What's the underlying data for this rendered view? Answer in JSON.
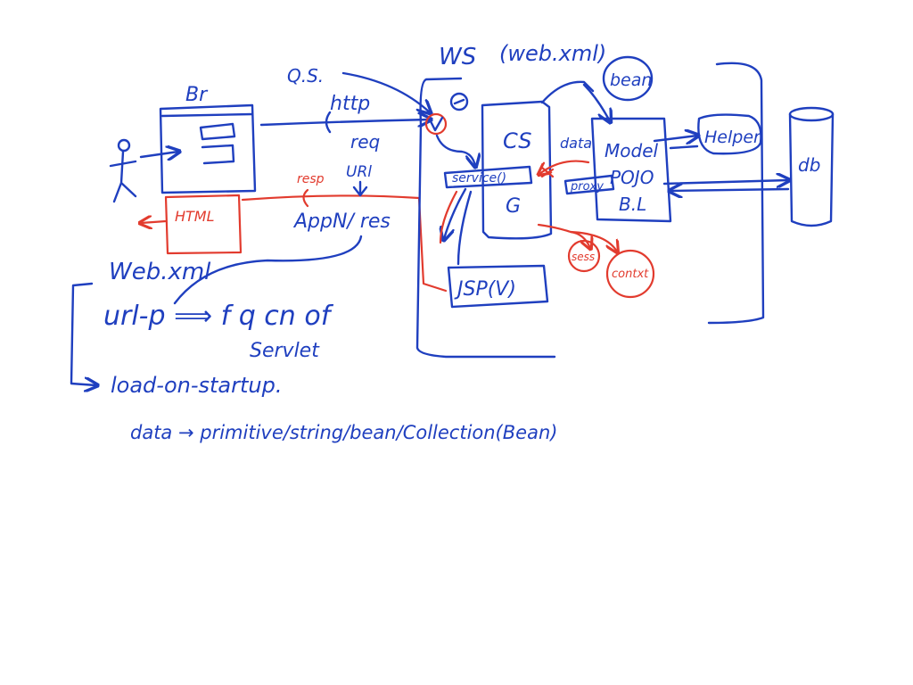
{
  "colors": {
    "ink_blue": "#1f3fbf",
    "ink_red": "#e23b2e",
    "paper": "#ffffff"
  },
  "labels": {
    "browser": "Br",
    "query_string": "Q.S.",
    "http": "http",
    "req": "req",
    "url": "URl",
    "resp": "resp",
    "html_box": "HTML",
    "app_res": "AppN/ res",
    "web_server": "WS",
    "web_xml_top": "(web.xml)",
    "bean": "bean",
    "cs": "CS",
    "service": "service()",
    "g": "G",
    "data": "data",
    "model": "Model",
    "pojo": "POJO",
    "bl": "B.L",
    "helper": "Helper",
    "db": "db",
    "proxy": "proxy",
    "jsp": "JSP(V)",
    "session": "sess",
    "context": "contxt",
    "web_xml_note": "Web.xml",
    "url_pattern_line": "url-p ⟹ f q cn of",
    "servlet": "Servlet",
    "load_on_startup": "load-on-startup.",
    "data_line": "data → primitive/string/bean/Collection(Bean)"
  }
}
